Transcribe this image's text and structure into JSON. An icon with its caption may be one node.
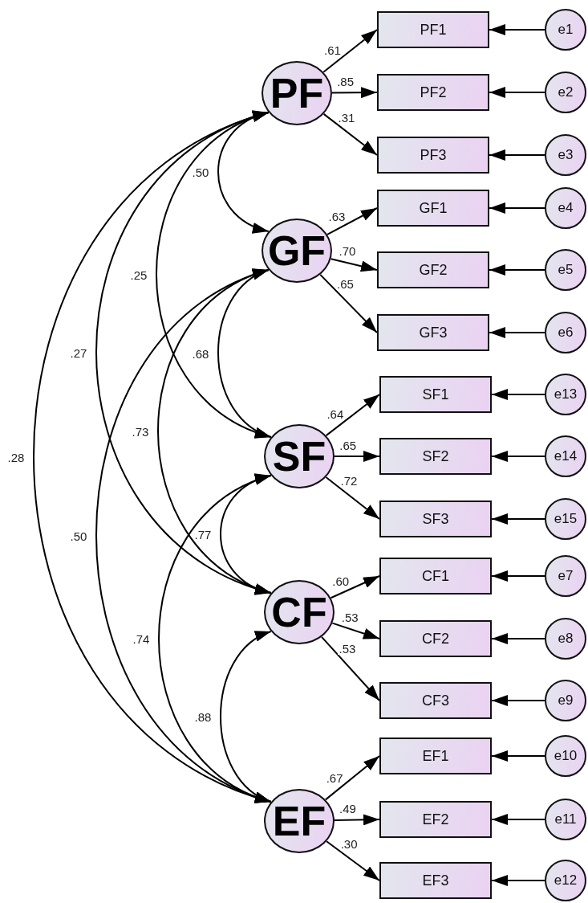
{
  "diagram": {
    "nodes": [
      {
        "text": [
          "PF"
        ]
      },
      {
        "text": [
          "PF1"
        ]
      },
      {
        "text": [
          "e1"
        ]
      },
      {
        "text": [
          "PF2"
        ]
      },
      {
        "text": [
          "e2"
        ]
      },
      {
        "text": [
          "PF3"
        ]
      },
      {
        "text": [
          "e3"
        ]
      },
      {
        "text": [
          "GF"
        ]
      },
      {
        "text": [
          "GF1"
        ]
      },
      {
        "text": [
          "e4"
        ]
      },
      {
        "text": [
          "GF2"
        ]
      },
      {
        "text": [
          "e5"
        ]
      },
      {
        "text": [
          "GF3"
        ]
      },
      {
        "text": [
          "e6"
        ]
      },
      {
        "text": [
          "SF"
        ]
      },
      {
        "text": [
          "SF1"
        ]
      },
      {
        "text": [
          "e13"
        ]
      },
      {
        "text": [
          "SF2"
        ]
      },
      {
        "text": [
          "e14"
        ]
      },
      {
        "text": [
          "SF3"
        ]
      },
      {
        "text": [
          "e15"
        ]
      },
      {
        "text": [
          "CF"
        ]
      },
      {
        "text": [
          "CF1"
        ]
      },
      {
        "text": [
          "e7"
        ]
      },
      {
        "text": [
          "CF2"
        ]
      },
      {
        "text": [
          "e8"
        ]
      },
      {
        "text": [
          "CF3"
        ]
      },
      {
        "text": [
          "e9"
        ]
      },
      {
        "text": [
          "EF"
        ]
      },
      {
        "text": [
          "EF1"
        ]
      },
      {
        "text": [
          "e10"
        ]
      },
      {
        "text": [
          "EF2"
        ]
      },
      {
        "text": [
          "e11"
        ]
      },
      {
        "text": [
          "EF3"
        ]
      },
      {
        "text": [
          "e12"
        ]
      }
    ],
    "edges": [
      {
        "from": 0,
        "to": 1,
        "arrow": "to",
        "label": ".61"
      },
      {
        "from": 0,
        "to": 3,
        "arrow": "to",
        "label": ".85"
      },
      {
        "from": 0,
        "to": 5,
        "arrow": "to",
        "label": ".31"
      },
      {
        "from": 2,
        "to": 1,
        "arrow": "to"
      },
      {
        "from": 4,
        "to": 3,
        "arrow": "to"
      },
      {
        "from": 6,
        "to": 5,
        "arrow": "to"
      },
      {
        "from": 7,
        "to": 8,
        "arrow": "to",
        "label": ".63"
      },
      {
        "from": 7,
        "to": 10,
        "arrow": "to",
        "label": ".70"
      },
      {
        "from": 7,
        "to": 12,
        "arrow": "to",
        "label": ".65"
      },
      {
        "from": 9,
        "to": 8,
        "arrow": "to"
      },
      {
        "from": 11,
        "to": 10,
        "arrow": "to"
      },
      {
        "from": 13,
        "to": 12,
        "arrow": "to"
      },
      {
        "from": 14,
        "to": 15,
        "arrow": "to",
        "label": ".64"
      },
      {
        "from": 14,
        "to": 17,
        "arrow": "to",
        "label": ".65"
      },
      {
        "from": 14,
        "to": 19,
        "arrow": "to",
        "label": ".72"
      },
      {
        "from": 16,
        "to": 15,
        "arrow": "to"
      },
      {
        "from": 18,
        "to": 17,
        "arrow": "to"
      },
      {
        "from": 20,
        "to": 19,
        "arrow": "to"
      },
      {
        "from": 21,
        "to": 22,
        "arrow": "to",
        "label": ".60"
      },
      {
        "from": 21,
        "to": 24,
        "arrow": "to",
        "label": ".53"
      },
      {
        "from": 21,
        "to": 26,
        "arrow": "to",
        "label": ".53"
      },
      {
        "from": 23,
        "to": 22,
        "arrow": "to"
      },
      {
        "from": 25,
        "to": 24,
        "arrow": "to"
      },
      {
        "from": 27,
        "to": 26,
        "arrow": "to"
      },
      {
        "from": 28,
        "to": 29,
        "arrow": "to",
        "label": ".67"
      },
      {
        "from": 28,
        "to": 31,
        "arrow": "to",
        "label": ".49"
      },
      {
        "from": 28,
        "to": 33,
        "arrow": "to",
        "label": ".30"
      },
      {
        "from": 30,
        "to": 29,
        "arrow": "to"
      },
      {
        "from": 32,
        "to": 31,
        "arrow": "to"
      },
      {
        "from": 34,
        "to": 33,
        "arrow": "to"
      },
      {
        "from": 0,
        "to": 7,
        "arrow": "both",
        "label": ".50"
      },
      {
        "from": 0,
        "to": 14,
        "arrow": "both",
        "label": ".25"
      },
      {
        "from": 0,
        "to": 21,
        "arrow": "both",
        "label": ".27"
      },
      {
        "from": 0,
        "to": 28,
        "arrow": "both",
        "label": ".28"
      },
      {
        "from": 7,
        "to": 14,
        "arrow": "both",
        "label": ".68"
      },
      {
        "from": 7,
        "to": 21,
        "arrow": "both",
        "label": ".73"
      },
      {
        "from": 7,
        "to": 28,
        "arrow": "both",
        "label": ".50"
      },
      {
        "from": 14,
        "to": 21,
        "arrow": "both",
        "label": ".77"
      },
      {
        "from": 14,
        "to": 28,
        "arrow": "both",
        "label": ".74"
      },
      {
        "from": 21,
        "to": 28,
        "arrow": "both",
        "label": ".88"
      }
    ]
  }
}
